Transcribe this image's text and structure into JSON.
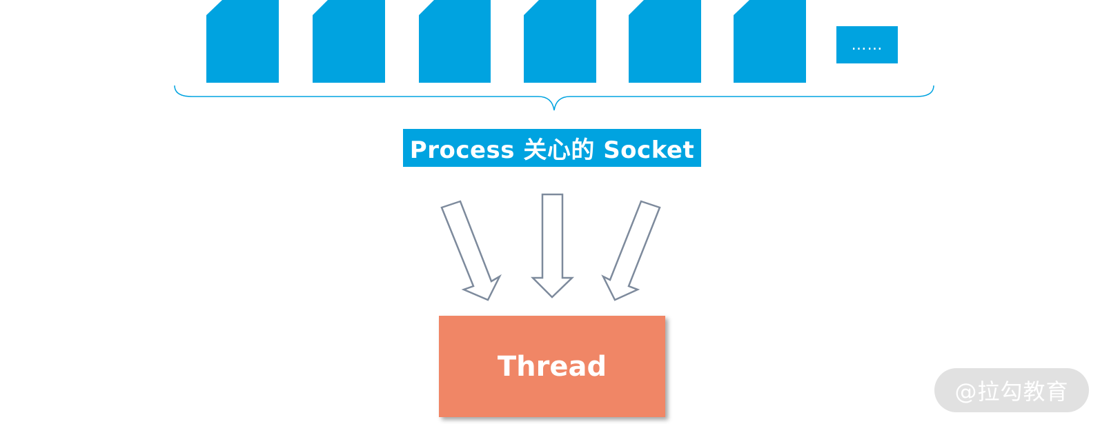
{
  "socket_label": "Process 关心的 Socket",
  "more_label": "……",
  "thread_label": "Thread",
  "watermark": "@拉勾教育",
  "colors": {
    "socket_fill": "#00a3e0",
    "thread_fill": "#f08666",
    "arrow_stroke": "#7d8a9c",
    "brace_stroke": "#00a3e0"
  }
}
